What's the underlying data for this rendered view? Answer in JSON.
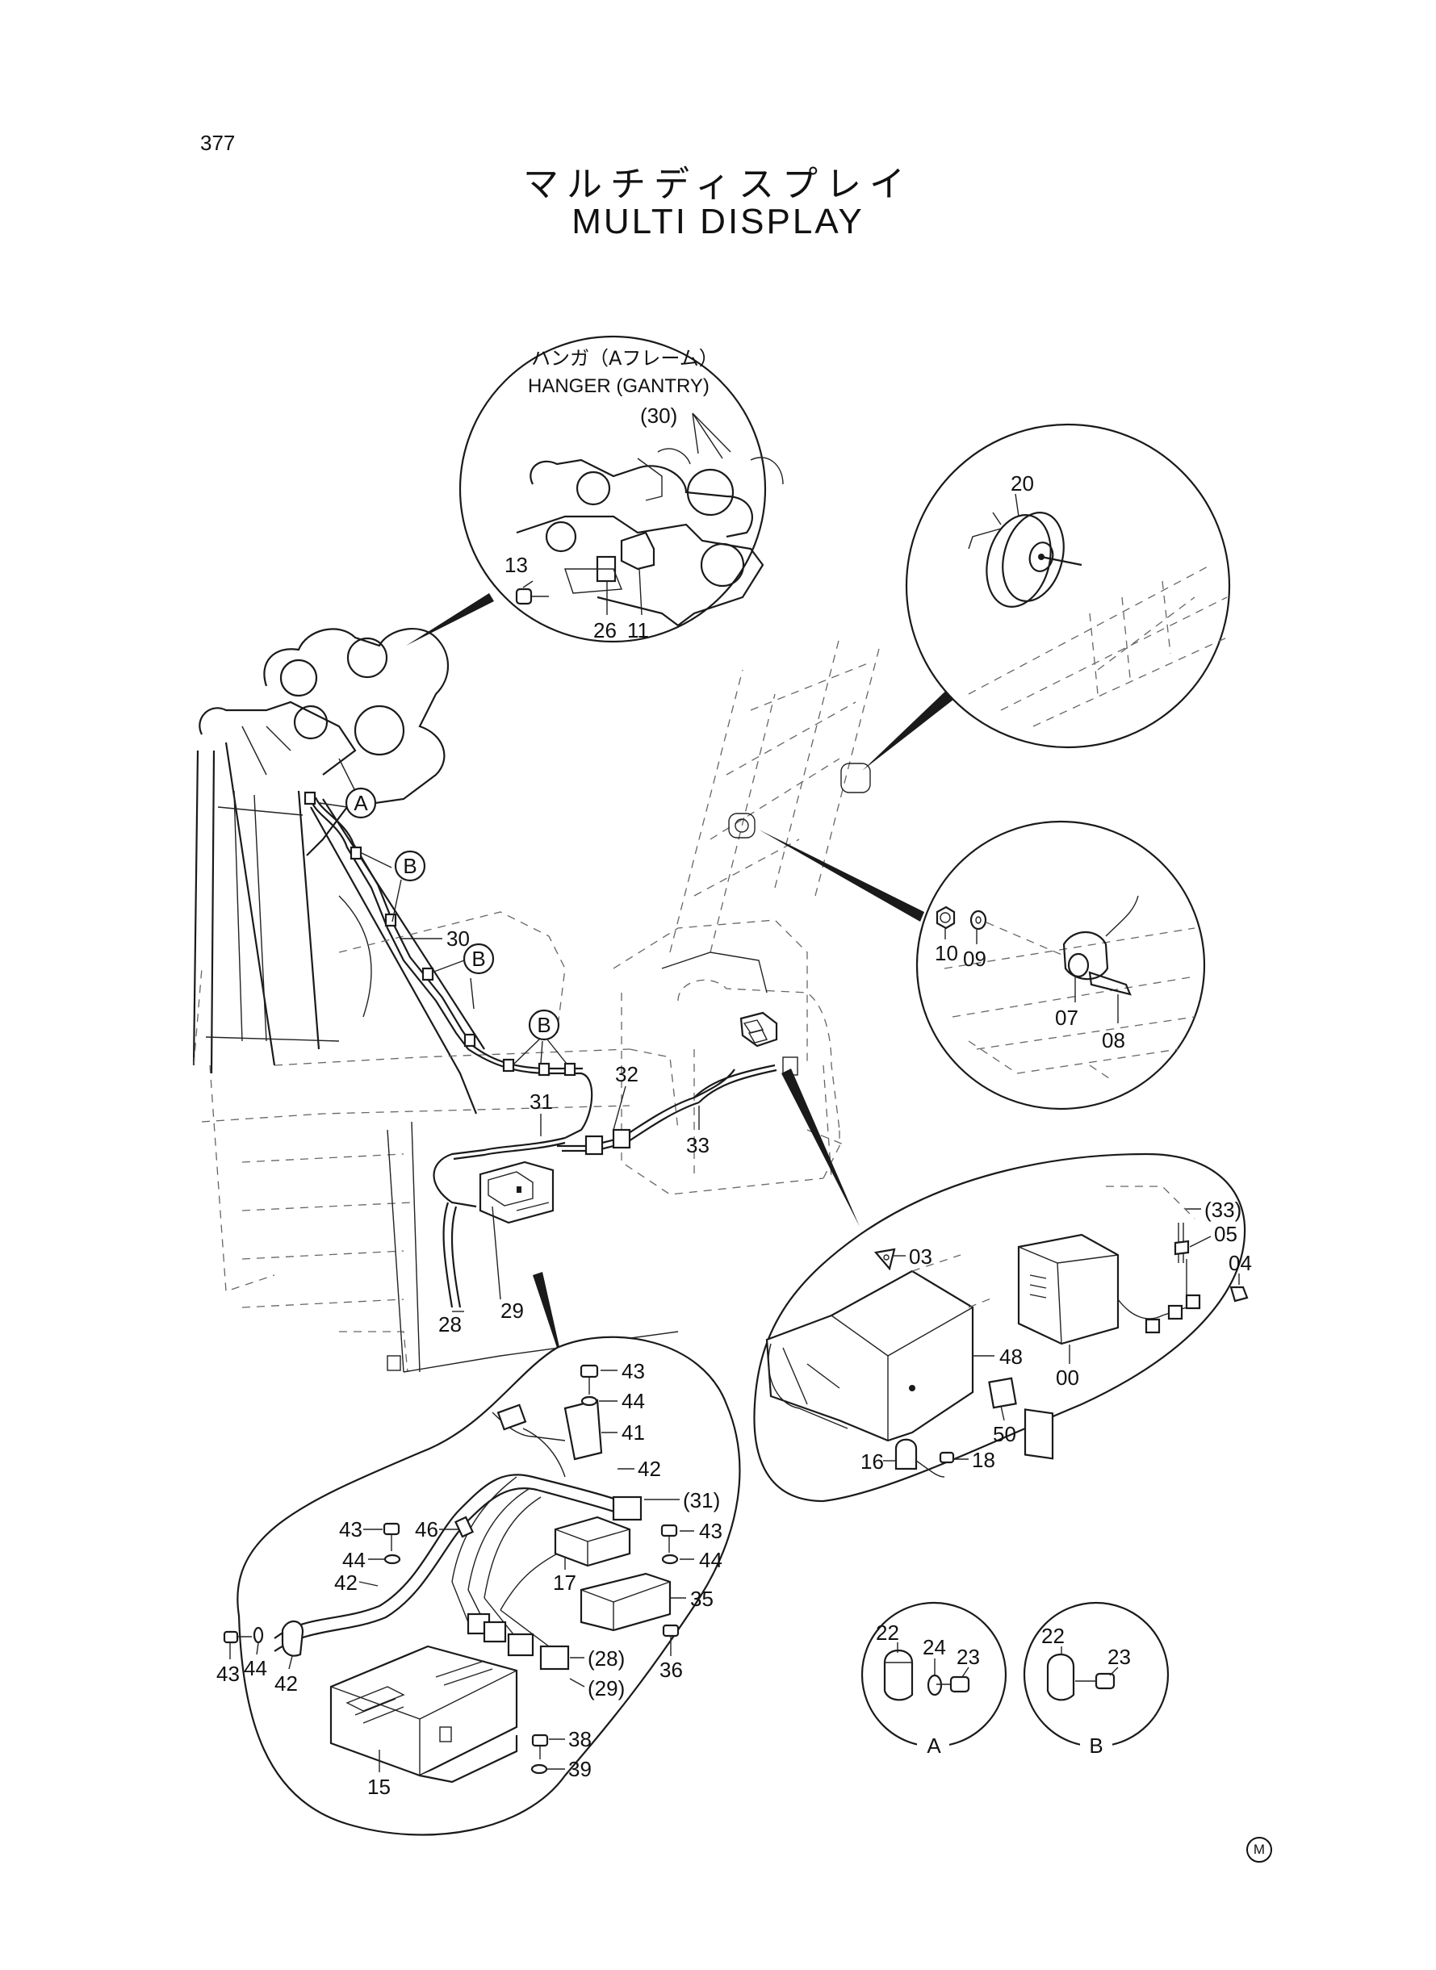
{
  "page_number": "377",
  "title_jp": "マルチディスプレイ",
  "title_en": "MULTI DISPLAY",
  "inset_hanger": {
    "caption_jp": "ハンガ（Aフレーム）",
    "caption_en": "HANGER (GANTRY)",
    "labels": {
      "p30": "(30)",
      "p13": "13",
      "p26": "26",
      "p11": "11"
    }
  },
  "inset_pulley": {
    "labels": {
      "p20": "20"
    }
  },
  "inset_sensor": {
    "labels": {
      "p10": "10",
      "p09": "09",
      "p07": "07",
      "p08": "08"
    }
  },
  "main_view": {
    "callouts": {
      "A": "A",
      "B1": "B",
      "B2": "B",
      "B3": "B"
    },
    "labels": {
      "p30": "30",
      "p31": "31",
      "p32": "32",
      "p33": "33",
      "p28": "28",
      "p29": "29"
    }
  },
  "inset_controller": {
    "labels": {
      "p43a": "43",
      "p44a": "44",
      "p41": "41",
      "p42a": "42",
      "p31": "(31)",
      "p43b": "43",
      "p46": "46",
      "p43c": "43",
      "p44b": "44",
      "p44c": "44",
      "p17": "17",
      "p35": "35",
      "p42b": "42",
      "p42c": "42",
      "p43d": "43",
      "p44d": "44",
      "p36": "36",
      "p28": "(28)",
      "p29": "(29)",
      "p38": "38",
      "p39": "39",
      "p15": "15"
    }
  },
  "inset_display": {
    "labels": {
      "p03": "03",
      "p33": "(33)",
      "p05": "05",
      "p04": "04",
      "p48": "48",
      "p00": "00",
      "p50": "50",
      "p16": "16",
      "p18": "18"
    }
  },
  "detail_a": {
    "labels": {
      "p22": "22",
      "p24": "24",
      "p23": "23"
    },
    "caption": "A"
  },
  "detail_b": {
    "labels": {
      "p22": "22",
      "p23": "23"
    },
    "caption": "B"
  },
  "corner_mark": "M"
}
